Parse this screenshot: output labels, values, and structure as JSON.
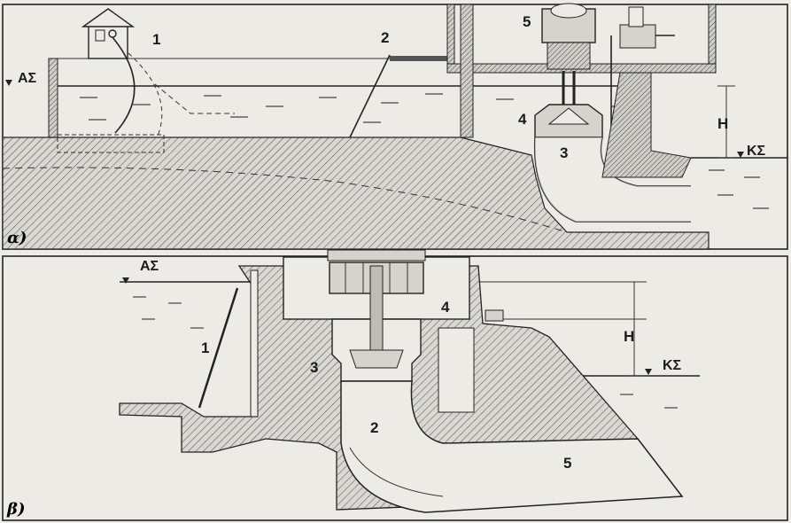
{
  "panel_a": {
    "caption": "α)",
    "labels": {
      "l1": "1",
      "l2": "2",
      "l3": "3",
      "l4": "4",
      "l5": "5"
    },
    "upper_level": "ΑΣ",
    "lower_level": "ΚΣ",
    "head": "H"
  },
  "panel_b": {
    "caption": "β)",
    "labels": {
      "l1": "1",
      "l2": "2",
      "l3": "3",
      "l4": "4",
      "l5": "5"
    },
    "upper_level": "ΑΣ",
    "lower_level": "ΚΣ",
    "head": "H"
  }
}
